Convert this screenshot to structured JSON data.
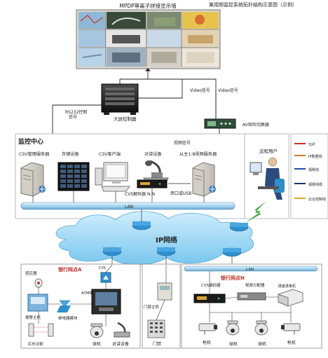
{
  "header": {
    "title": "MPDP等离子拼接显示墙",
    "faded_caption": "某视频监控系统拓扑结构示意图（示例）"
  },
  "top_devices": {
    "video_label_1": "Video信号",
    "video_label_2": "Video信号",
    "rs232_label_line1": "RS232控制",
    "rs232_label_line2": "信号",
    "controller_label": "大屏控制器",
    "matrix_label": "AV矩阵切换器",
    "video_signal_label": "视频信号"
  },
  "monitor_center": {
    "title": "监控中心",
    "devices": [
      {
        "label": "CSV管理服务器"
      },
      {
        "label": "存储设备"
      },
      {
        "label": "CSV客户端"
      },
      {
        "label": "对讲设备"
      },
      {
        "label": "从主1:8视频服务器"
      },
      {
        "label": "远程用户"
      }
    ],
    "decoder_label": "CVS解码器 N:N",
    "serial_label": "串口或USB",
    "lan_label": "LAN"
  },
  "legend": {
    "items": [
      {
        "label": "光纤",
        "color": "#d62a20"
      },
      {
        "label": "IP数据线",
        "color": "#c77d2a"
      },
      {
        "label": "视频线",
        "color": "#1d4fb0"
      },
      {
        "label": "视频线缆",
        "color": "#17306f"
      },
      {
        "label": "云台控制线",
        "color": "#e0a91e"
      }
    ]
  },
  "network": {
    "label": "IP网络"
  },
  "branch_a": {
    "title": "银行网点A",
    "labels": {
      "detector": "感应器",
      "alarm_host": "报警主机",
      "relay": "继电器模块",
      "atm": "ATM机",
      "camera": "球机",
      "intercom": "对讲设备",
      "infrared": "红外对射",
      "cvs": "CVS"
    }
  },
  "access": {
    "host": "门禁主机",
    "label": "门禁"
  },
  "branch_n": {
    "title": "银行网点N",
    "lan_label": "LAN",
    "labels": {
      "encoder": "CVS编码器",
      "distributor": "视频分配器",
      "dvr": "硬盘录像机",
      "gun1": "枪机",
      "ball1": "球机",
      "ball2": "球机",
      "gun2": "枪机"
    }
  }
}
